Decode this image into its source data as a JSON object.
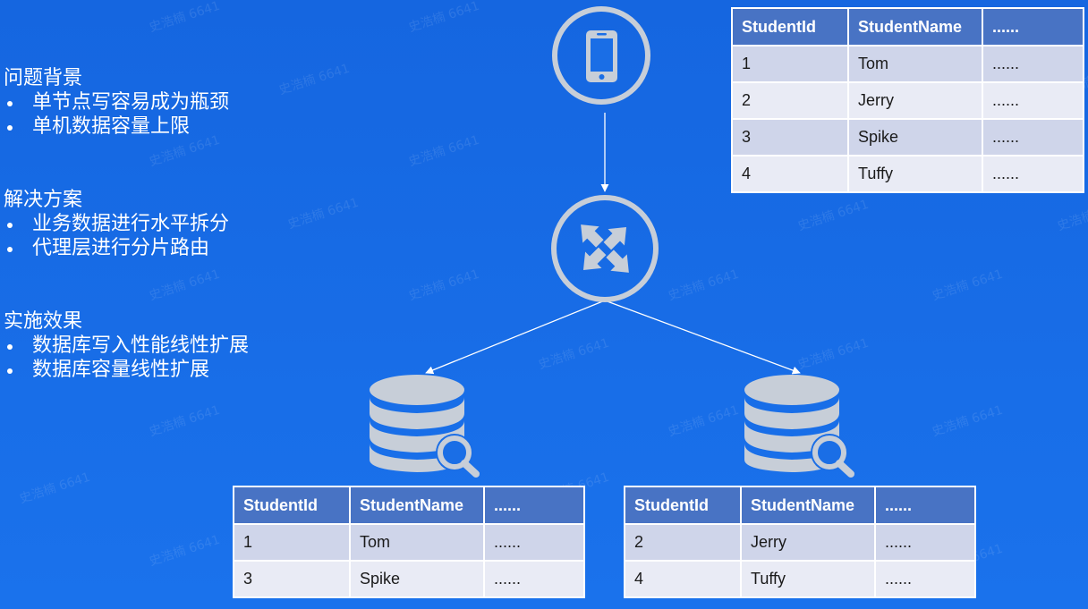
{
  "problem": {
    "title": "问题背景",
    "items": [
      "单节点写容易成为瓶颈",
      "单机数据容量上限"
    ]
  },
  "solution": {
    "title": "解决方案",
    "items": [
      "业务数据进行水平拆分",
      "代理层进行分片路由"
    ]
  },
  "effect": {
    "title": "实施效果",
    "items": [
      "数据库写入性能线性扩展",
      "数据库容量线性扩展"
    ]
  },
  "watermark_text": "史浩楠 6641",
  "icons": {
    "client": "mobile-phone-icon",
    "router": "router-arrows-icon",
    "db_left": "database-search-icon",
    "db_right": "database-search-icon"
  },
  "colors": {
    "background": "#1a6ee6",
    "table_header": "#4873c4",
    "row_odd": "#cfd5ea",
    "row_even": "#e9ebf5",
    "icon_gray": "#c7ced8"
  },
  "full_table": {
    "headers": [
      "StudentId",
      "StudentName",
      "......"
    ],
    "rows": [
      [
        "1",
        "Tom",
        "......"
      ],
      [
        "2",
        "Jerry",
        "......"
      ],
      [
        "3",
        "Spike",
        "......"
      ],
      [
        "4",
        "Tuffy",
        "......"
      ]
    ]
  },
  "shard_left_table": {
    "headers": [
      "StudentId",
      "StudentName",
      "......"
    ],
    "rows": [
      [
        "1",
        "Tom",
        "......"
      ],
      [
        "3",
        "Spike",
        "......"
      ]
    ]
  },
  "shard_right_table": {
    "headers": [
      "StudentId",
      "StudentName",
      "......"
    ],
    "rows": [
      [
        "2",
        "Jerry",
        "......"
      ],
      [
        "4",
        "Tuffy",
        "......"
      ]
    ]
  }
}
